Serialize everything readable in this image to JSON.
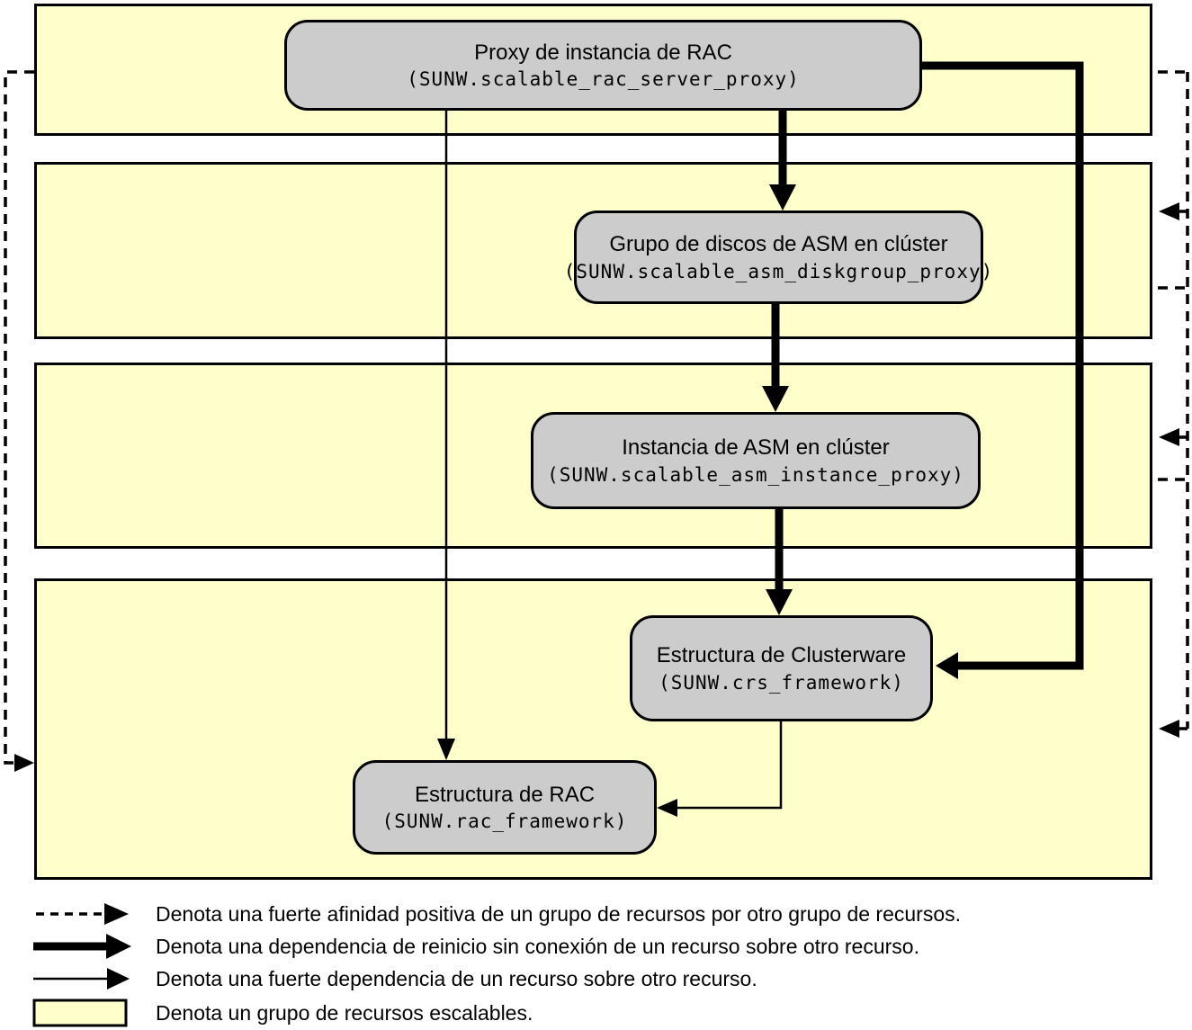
{
  "colors": {
    "group_fill": "#FFFFCB",
    "node_fill": "#CCCCCC",
    "line": "#000000",
    "background": "#FFFFFF"
  },
  "nodes": [
    {
      "title": "Proxy de instancia de RAC",
      "code": "(SUNW.scalable_rac_server_proxy)"
    },
    {
      "title": "Grupo de discos de ASM en clúster",
      "code": "(SUNW.scalable_asm_diskgroup_proxy)"
    },
    {
      "title": "Instancia de ASM en clúster",
      "code": "(SUNW.scalable_asm_instance_proxy)"
    },
    {
      "title": "Estructura de Clusterware",
      "code": "(SUNW.crs_framework)"
    },
    {
      "title": "Estructura de RAC",
      "code": "(SUNW.rac_framework)"
    }
  ],
  "legend": {
    "items": [
      {
        "symbol": "dashed-arrow",
        "label": "Denota una fuerte afinidad positiva de un grupo de recursos por otro grupo de recursos."
      },
      {
        "symbol": "thick-arrow",
        "label": "Denota una dependencia de reinicio sin conexión de un recurso sobre otro recurso."
      },
      {
        "symbol": "thin-arrow",
        "label": "Denota una fuerte dependencia de un recurso sobre otro recurso."
      },
      {
        "symbol": "scalable-group-box",
        "label": "Denota un grupo de recursos escalables."
      }
    ]
  }
}
